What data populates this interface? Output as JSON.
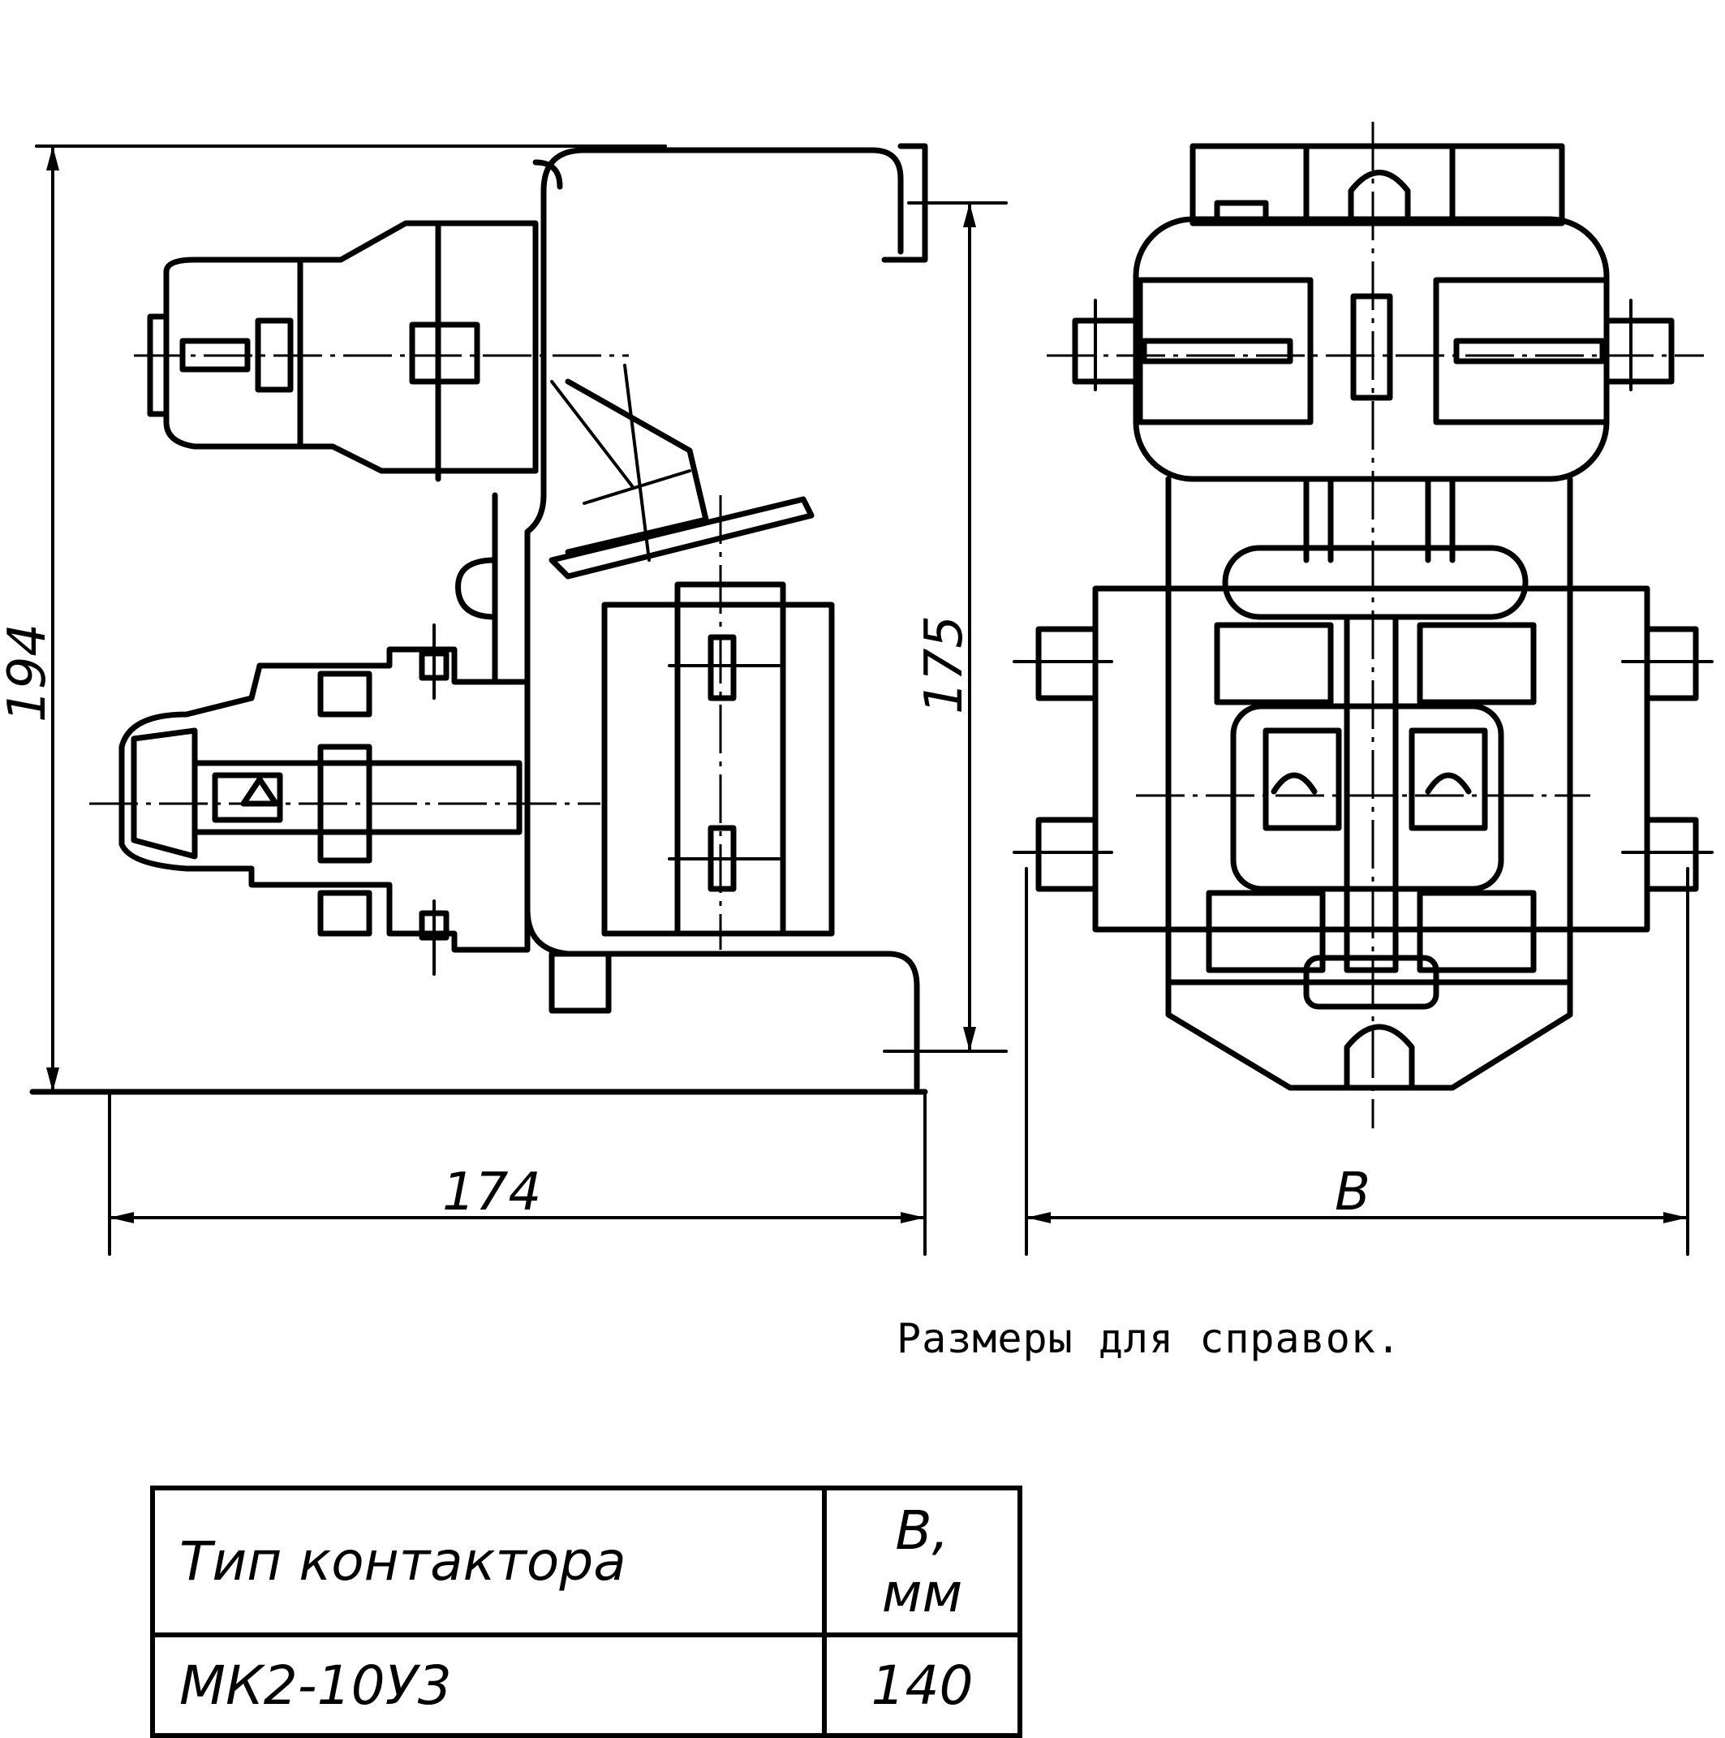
{
  "dimensions": {
    "height_total": "194",
    "height_inner": "175",
    "width_side": "174",
    "width_front": "B"
  },
  "note": "Размеры для справок.",
  "table": {
    "headers": [
      "Тип контактора",
      "B, мм"
    ],
    "rows": [
      [
        "МК2-10У3",
        "140"
      ]
    ]
  }
}
